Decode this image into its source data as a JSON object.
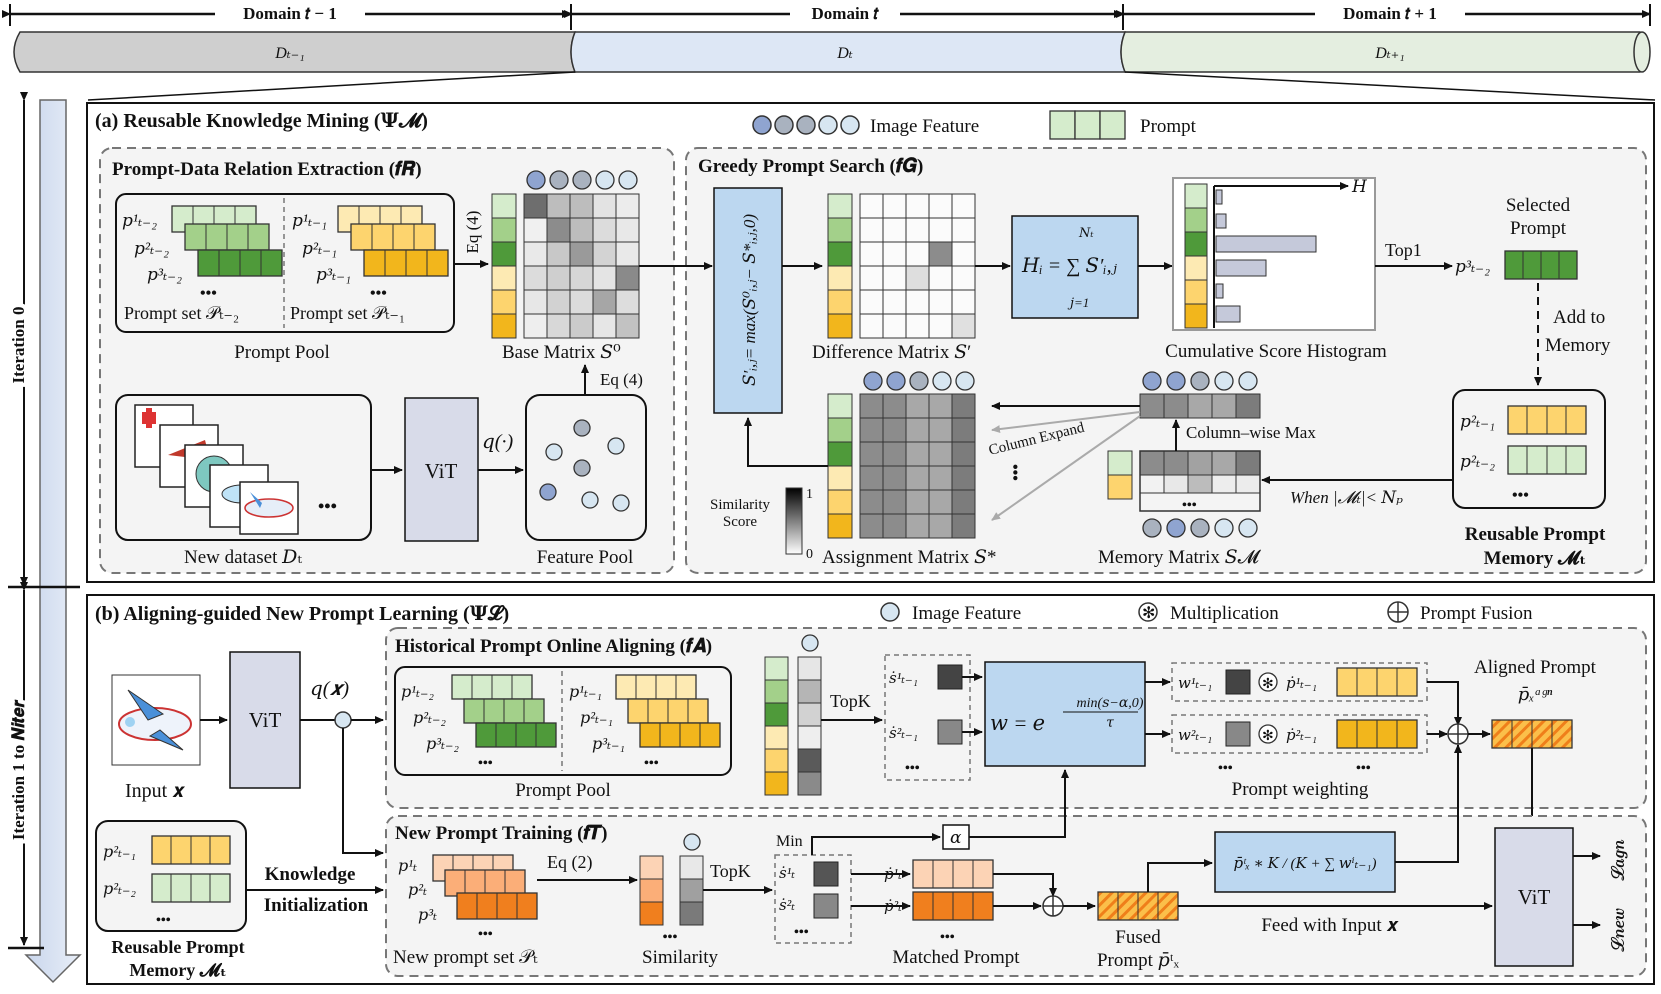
{
  "colors": {
    "green_light": "#d5eccc",
    "green_mid": "#a3d08a",
    "green_dark": "#4f9a3a",
    "yellow_light": "#fdeab3",
    "yellow_mid": "#fdd46e",
    "yellow_dark": "#f2b61c",
    "orange_light": "#fcd3b5",
    "orange_mid": "#fbae78",
    "orange_dark": "#f07f1e",
    "blue_box": "#bcd7f0",
    "vit_box": "#d8dbe9",
    "panel_bg": "#f4f4f4",
    "feat_gray": "#a9b2bf",
    "feat_blue": "#8fa4d0",
    "feat_light": "#d7e6f1",
    "domain_gray": "#cfcfcf",
    "domain_blue": "#dde7f5",
    "domain_green": "#e4eee0"
  },
  "timeline": {
    "domain_prev_label": "Domain 𝑡 − 1",
    "domain_cur_label": "Domain 𝑡",
    "domain_next_label": "Domain 𝑡 + 1",
    "d_prev": "Dₜ₋₁",
    "d_cur": "Dₜ",
    "d_next": "Dₜ₊₁"
  },
  "side": {
    "iter0": "Iteration 0",
    "iter1": "Iteration 1 to 𝑵𝒊𝒕𝒆𝒓"
  },
  "panel_a": {
    "title": "(a) Reusable Knowledge Mining (𝚿𝓜)",
    "legend_feature": "Image Feature",
    "legend_prompt": "Prompt",
    "pdre_title": "Prompt-Data Relation Extraction (𝒇𝑹)",
    "p1_tm2": "𝑝¹ₜ₋₂",
    "p2_tm2": "𝑝²ₜ₋₂",
    "p3_tm2": "𝑝³ₜ₋₂",
    "p1_tm1": "𝑝¹ₜ₋₁",
    "p2_tm1": "𝑝²ₜ₋₁",
    "p3_tm1": "𝑝³ₜ₋₁",
    "dots": "•••",
    "promptset_tm2": "Prompt set 𝒫ₜ₋₂",
    "promptset_tm1": "Prompt set 𝒫ₜ₋₁",
    "prompt_pool": "Prompt Pool",
    "eq4_a": "Eq (4)",
    "eq4_b": "Eq (4)",
    "base_matrix": "Base Matrix 𝑆⁰",
    "new_dataset": "New dataset 𝐷ₜ",
    "vit": "ViT",
    "q_fn": "𝑞(·)",
    "feature_pool": "Feature Pool",
    "gps_title": "Greedy Prompt Search (𝒇𝑮)",
    "formula_s": "𝑆′ᵢ,ⱼ= max(𝑆⁰ᵢ,ⱼ− 𝑆*ᵢ,ⱼ,0)",
    "diff_matrix": "Difference Matrix 𝑆′",
    "formula_h": "𝐻ᵢ = ∑ 𝑆′ᵢ,ⱼ",
    "formula_h_top": "𝑁ₜ",
    "formula_h_bot": "𝑗=1",
    "hist_axis": "𝐻",
    "histogram": "Cumulative Score Histogram",
    "top1": "Top1",
    "selected_prompt": "Selected Prompt",
    "selected_prompt_line1": "Selected",
    "selected_prompt_line2": "Prompt",
    "p3_tm2_sel": "𝑝³ₜ₋₂",
    "add_to_memory_1": "Add to",
    "add_to_memory_2": "Memory",
    "column_max": "Column–wise Max",
    "column_expand": "Column Expand",
    "similarity_score_1": "Similarity",
    "similarity_score_2": "Score",
    "scale_hi": "1",
    "scale_lo": "0",
    "assign_matrix": "Assignment Matrix 𝑆*",
    "memory_matrix": "Memory Matrix 𝑆𝓜",
    "when_cond": "When |𝓜ₜ|< 𝑁ₚ",
    "mem_p2_tm1": "𝑝²ₜ₋₁",
    "mem_p2_tm2": "𝑝²ₜ₋₂",
    "rpm_1": "Reusable Prompt",
    "rpm_2": "Memory 𝓜ₜ"
  },
  "panel_b": {
    "title": "(b) Aligning-guided New Prompt Learning (𝚿𝓛)",
    "legend_feature": "Image Feature",
    "legend_mult": "Multiplication",
    "legend_fusion": "Prompt Fusion",
    "input_x": "Input 𝒙",
    "vit": "ViT",
    "q_x": "𝑞(𝒙)",
    "hpoa_title": "Historical Prompt Online Aligning (𝒇𝑨)",
    "prompt_pool": "Prompt Pool",
    "topk": "TopK",
    "s1": "𝑠̇¹ₜ₋₁",
    "s2": "𝑠̇²ₜ₋₁",
    "w_formula": "𝑤 = 𝑒",
    "w_exp_num": "min(𝑠−𝛼,0)",
    "w_exp_den": "𝜏",
    "w1": "𝑤¹ₜ₋₁",
    "w2": "𝑤²ₜ₋₁",
    "pdot1": "𝑝̇¹ₜ₋₁",
    "pdot2": "𝑝̇²ₜ₋₁",
    "prompt_weighting": "Prompt weighting",
    "aligned_1": "Aligned Prompt",
    "aligned_2": "𝑝̄ₓᵃᵍⁿ",
    "npt_title": "New Prompt Training (𝒇𝑻)",
    "np1": "𝑝¹ₜ",
    "np2": "𝑝²ₜ",
    "np3": "𝑝³ₜ",
    "eq2": "Eq (2)",
    "new_set": "New prompt set 𝒫ₜ",
    "similarity": "Similarity",
    "topk2": "TopK",
    "min": "Min",
    "alpha": "𝛼",
    "st1": "𝑠̇¹ₜ",
    "st2": "𝑠̇²ₜ",
    "pt1": "𝑝̇¹ₜ",
    "pt2": "𝑝̇²ₜ",
    "matched": "Matched Prompt",
    "fused_1": "Fused",
    "fused_2": "Prompt 𝑝̄ᵗₓ",
    "fusion_formula": "𝑝̄ᵗₓ ∗ 𝐾 / (𝐾 + ∑ 𝑤ⁱₜ₋₁)",
    "feed": "Feed with Input 𝒙",
    "loss_agn": "𝓛𝒂𝒈𝒏",
    "loss_new": "𝓛𝒏𝒆𝒘",
    "know_1": "Knowledge",
    "know_2": "Initialization",
    "mem_p2_tm1": "𝑝²ₜ₋₁",
    "mem_p2_tm2": "𝑝²ₜ₋₂",
    "rpm_1": "Reusable Prompt",
    "rpm_2": "Memory 𝓜ₜ"
  }
}
